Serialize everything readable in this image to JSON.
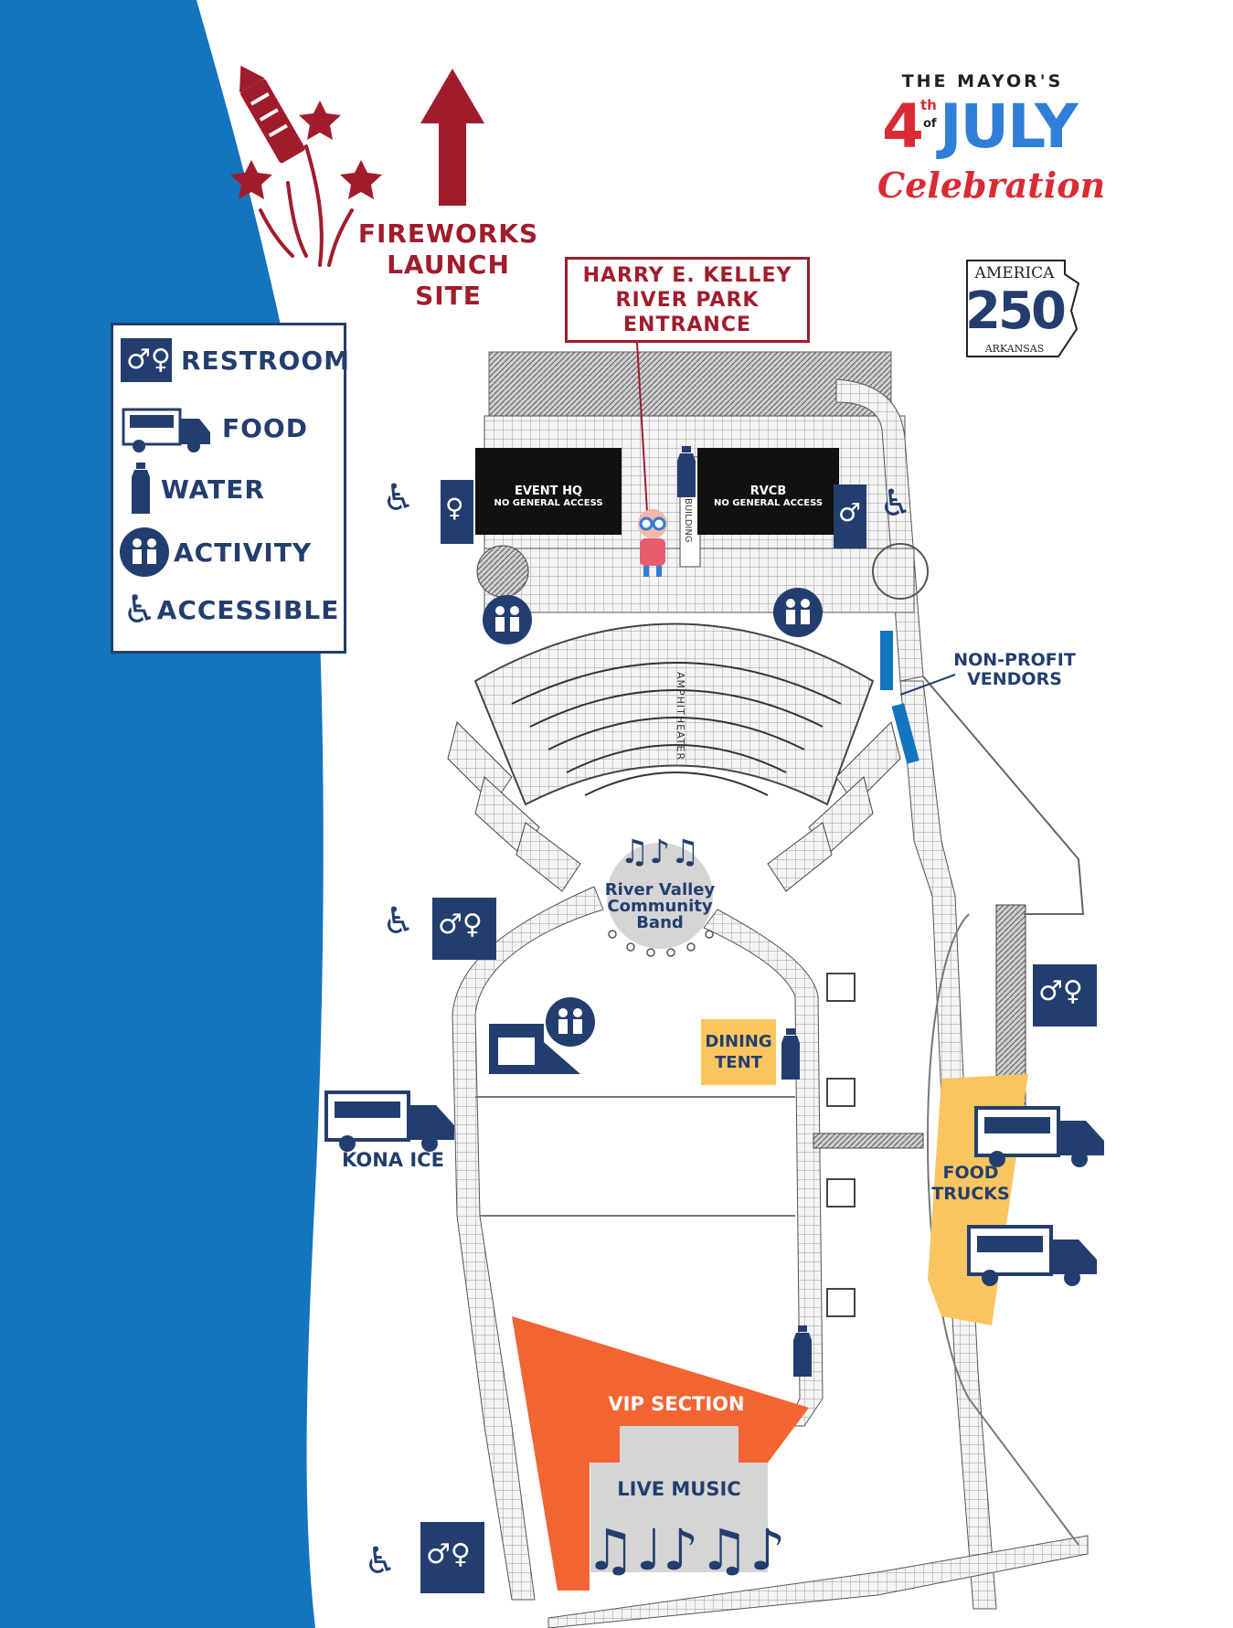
{
  "title": {
    "line1": "THE MAYOR'S",
    "number": "4",
    "ordinal_top": "th",
    "ordinal_bottom": "of",
    "month": "JULY",
    "line3": "Celebration"
  },
  "america250": {
    "top": "AMERICA",
    "number": "250",
    "bottom": "ARKANSAS"
  },
  "fireworks": {
    "line1": "FIREWORKS",
    "line2": "LAUNCH SITE"
  },
  "entrance": {
    "line1": "HARRY E. KELLEY",
    "line2": "RIVER PARK",
    "line3": "ENTRANCE"
  },
  "legend": {
    "items": [
      {
        "label": "RESTROOM",
        "icon": "restroom-icon"
      },
      {
        "label": "FOOD",
        "icon": "food-truck-icon"
      },
      {
        "label": "WATER",
        "icon": "water-bottle-icon"
      },
      {
        "label": "ACTIVITY",
        "icon": "activity-icon"
      },
      {
        "label": "ACCESSIBLE",
        "icon": "wheelchair-icon"
      }
    ]
  },
  "buildings": {
    "event_hq": {
      "name": "EVENT HQ",
      "note": "NO GENERAL ACCESS"
    },
    "rvcb": {
      "name": "RVCB",
      "note": "NO GENERAL ACCESS"
    },
    "building_label": "BUILDING",
    "amphitheater_label": "AMPHITHEATER"
  },
  "areas": {
    "nonprofit": {
      "line1": "NON-PROFIT",
      "line2": "VENDORS"
    },
    "band": {
      "line1": "River Valley",
      "line2": "Community",
      "line3": "Band"
    },
    "dining": {
      "line1": "DINING",
      "line2": "TENT"
    },
    "kona": "KONA ICE",
    "food_trucks": {
      "line1": "FOOD",
      "line2": "TRUCKS"
    },
    "vip": "VIP SECTION",
    "live_music": "LIVE MUSIC"
  },
  "colors": {
    "river": "#1474bd",
    "navy": "#233e6e",
    "red": "#a01c2c",
    "orange": "#f26532",
    "yellow": "#f9c560",
    "grey": "#d5d5d5"
  }
}
